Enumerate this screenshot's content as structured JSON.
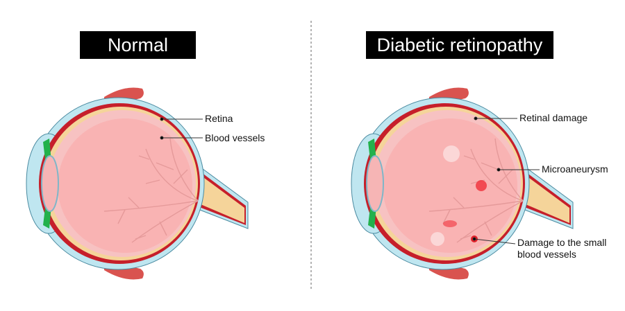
{
  "panels": [
    {
      "title": "Normal",
      "labels": [
        "Retina",
        "Blood vessels"
      ]
    },
    {
      "title": "Diabetic retinopathy",
      "labels": [
        "Retinal damage",
        "Microaneurysm",
        "Damage to the small",
        "blood vessels"
      ]
    }
  ],
  "colors": {
    "sclera": "#bfe6f0",
    "choroid": "#d7232e",
    "retina": "#f7d9a0",
    "vitreous": "#f9b9b9",
    "iris": "#22b14c",
    "hemorrhage": "#f0303a"
  }
}
